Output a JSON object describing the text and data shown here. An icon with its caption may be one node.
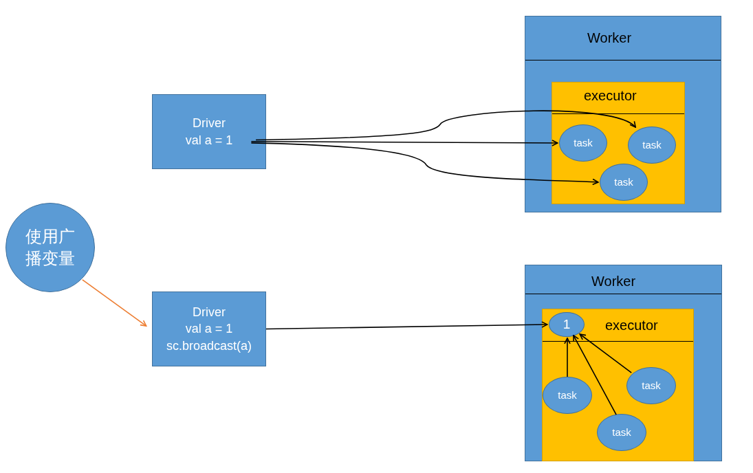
{
  "diagram": {
    "nodes": [
      {
        "text": [
          "使用广播变量"
        ]
      },
      {
        "text": [
          "Driver",
          "val a = 1"
        ]
      },
      {
        "text": [
          "Worker"
        ]
      },
      {
        "text": [
          "executor"
        ],
        "in": 2
      },
      {
        "text": [
          "task"
        ],
        "in": 3
      },
      {
        "text": [
          "task"
        ],
        "in": 3
      },
      {
        "text": [
          "task"
        ],
        "in": 3
      },
      {
        "text": [
          "Driver",
          "val a = 1 sc.broadcast(a)"
        ]
      },
      {
        "text": [
          "Worker"
        ]
      },
      {
        "text": [
          "executor"
        ],
        "in": 8
      },
      {
        "text": [
          "1"
        ],
        "in": 9
      },
      {
        "text": [
          "task"
        ],
        "in": 9
      },
      {
        "text": [
          "task"
        ],
        "in": 9
      },
      {
        "text": [
          "task"
        ],
        "in": 9
      }
    ],
    "edges": [
      {
        "from": 0,
        "to": 7,
        "arrow": "to",
        "color": "#ed7d31"
      },
      {
        "from": 1,
        "to": 4,
        "arrow": "to"
      },
      {
        "from": 1,
        "to": 5,
        "arrow": "to"
      },
      {
        "from": 1,
        "to": 6,
        "arrow": "to"
      },
      {
        "from": 7,
        "to": 10,
        "arrow": "to"
      },
      {
        "from": 11,
        "to": 10,
        "arrow": "to"
      },
      {
        "from": 13,
        "to": 10,
        "arrow": "to"
      },
      {
        "from": 12,
        "to": 10,
        "arrow": "to"
      }
    ]
  }
}
